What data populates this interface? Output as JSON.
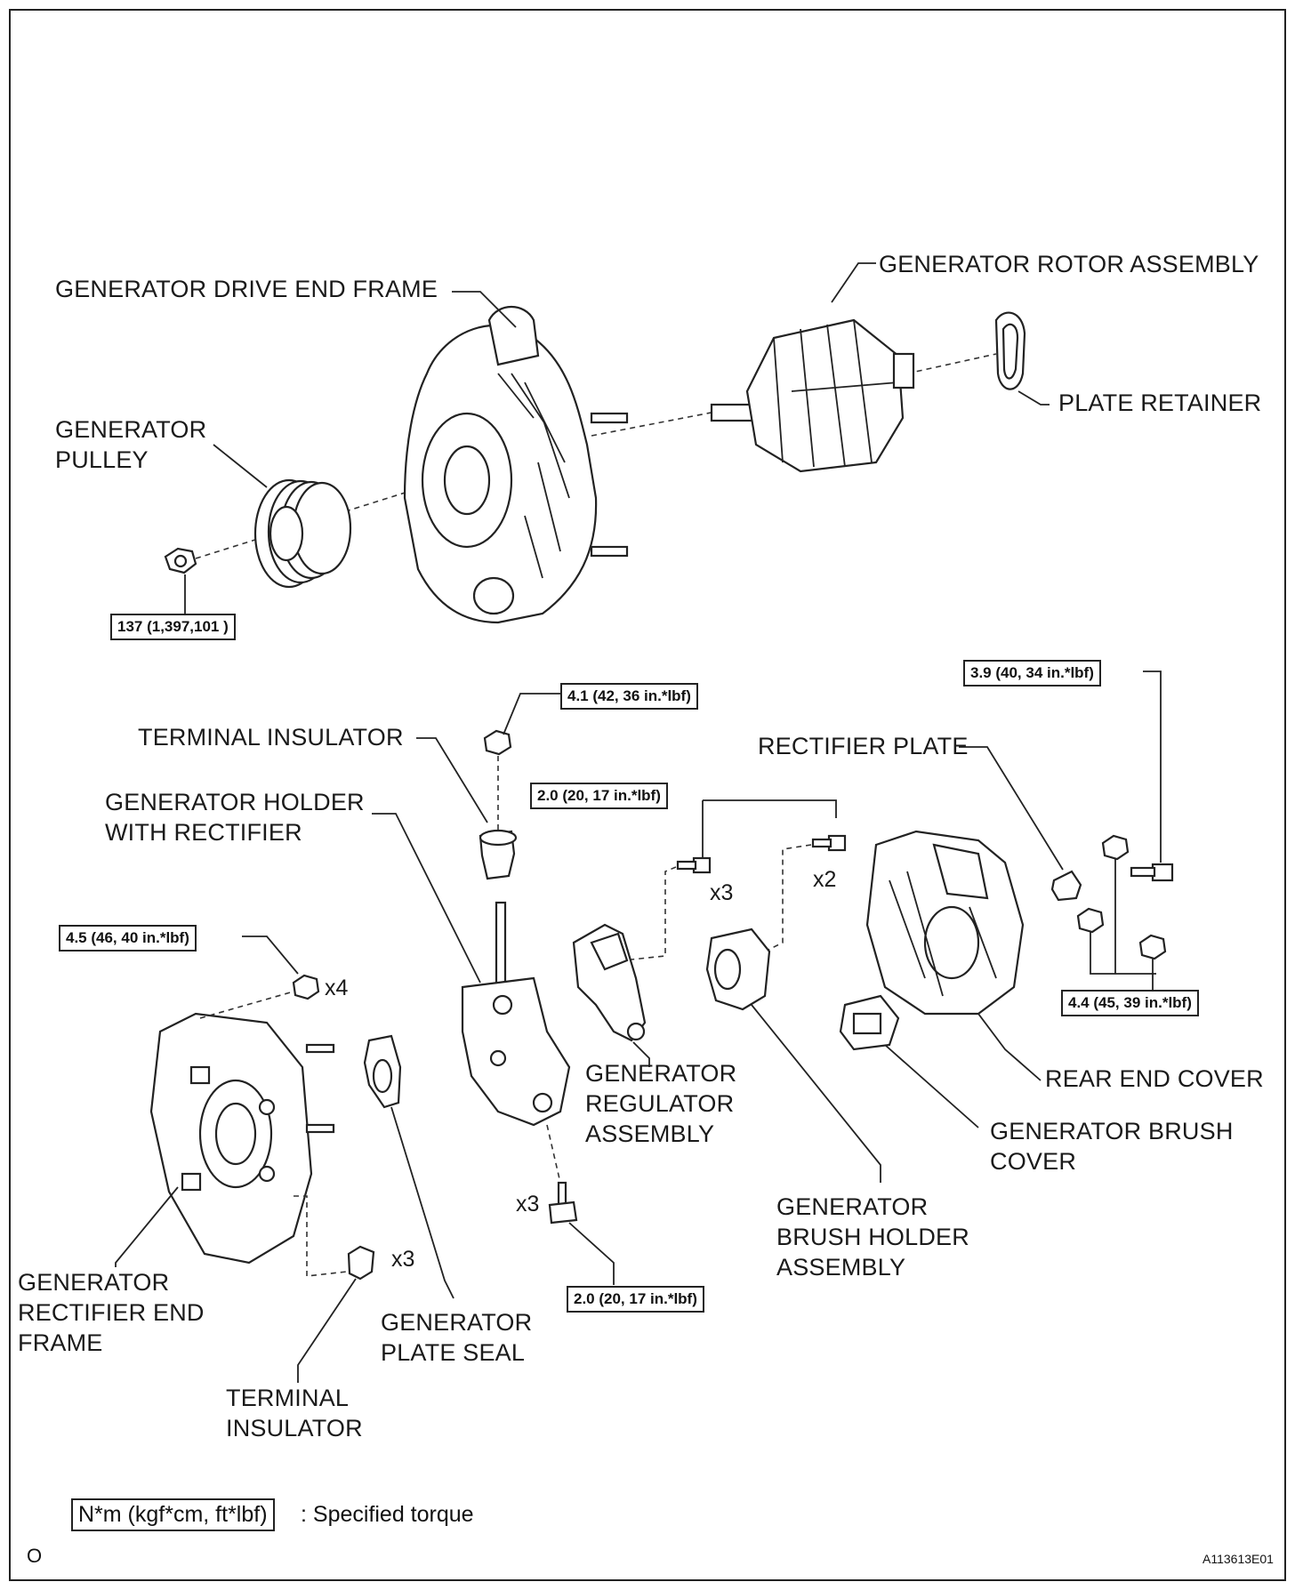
{
  "labels": {
    "drive_end_frame": "GENERATOR DRIVE END FRAME",
    "rotor_assembly": "GENERATOR ROTOR ASSEMBLY",
    "plate_retainer": "PLATE RETAINER",
    "pulley": "GENERATOR\nPULLEY",
    "terminal_insulator_top": "TERMINAL INSULATOR",
    "holder_with_rectifier": "GENERATOR HOLDER\nWITH RECTIFIER",
    "rectifier_plate": "RECTIFIER PLATE",
    "regulator_assembly": "GENERATOR\nREGULATOR\nASSEMBLY",
    "brush_holder_assembly": "GENERATOR\nBRUSH HOLDER\nASSEMBLY",
    "rear_end_cover": "REAR END COVER",
    "brush_cover": "GENERATOR BRUSH\nCOVER",
    "rectifier_end_frame": "GENERATOR\nRECTIFIER END\nFRAME",
    "plate_seal": "GENERATOR\nPLATE SEAL",
    "terminal_insulator_bottom": "TERMINAL\nINSULATOR"
  },
  "torques": {
    "pulley_nut": "137 (1,397,101 )",
    "terminal_nut": "4.1 (42, 36 in.*lbf)",
    "regulator_screws": "2.0 (20, 17 in.*lbf)",
    "rear_cover_bolt": "3.9 (40, 34 in.*lbf)",
    "end_frame_nuts": "4.5 (46, 40 in.*lbf)",
    "rear_cover_nuts": "4.4 (45, 39 in.*lbf)",
    "holder_screws": "2.0 (20, 17 in.*lbf)"
  },
  "quantities": {
    "regulator_screws": "x3",
    "brush_holder_screws": "x2",
    "end_frame_nuts": "x4",
    "holder_screws": "x3",
    "terminal_insulators": "x3"
  },
  "legend": {
    "unit_box": "N*m (kgf*cm, ft*lbf)",
    "description": ": Specified torque"
  },
  "footer": {
    "page_mark": "O",
    "figure_code": "A113613E01"
  }
}
